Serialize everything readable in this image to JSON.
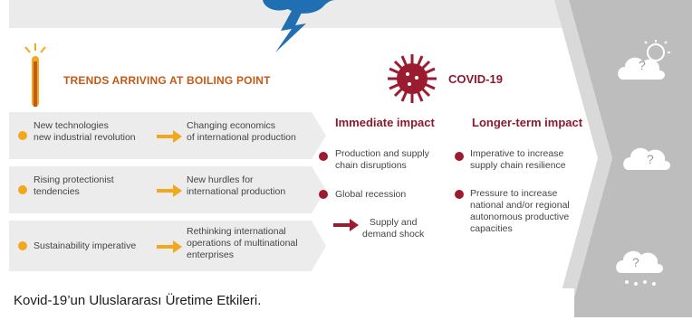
{
  "diagram": {
    "trends_title": "TRENDS ARRIVING AT BOILING POINT",
    "covid_title": "COVID-19",
    "trends": [
      {
        "left": "New technologies\nnew industrial revolution",
        "right": "Changing economics\nof international production"
      },
      {
        "left": "Rising protectionist\ntendencies",
        "right": "New hurdles for\ninternational production"
      },
      {
        "left": "Sustainability imperative",
        "right": "Rethinking international\noperations of multinational\nenterprises"
      }
    ],
    "immediate": {
      "title": "Immediate impact",
      "items": [
        "Production and supply\nchain disruptions",
        "Global recession"
      ],
      "arrow_text": "Supply and\ndemand shock"
    },
    "longer": {
      "title": "Longer-term impact",
      "items": [
        "Imperative to increase\nsupply chain resilience",
        "Pressure to increase\nnational and/or regional\nautonomous productive\ncapacities"
      ]
    },
    "question_marks": [
      "?",
      "?",
      "?"
    ],
    "colors": {
      "accent_orange": "#f2a81d",
      "title_orange": "#c45a17",
      "covid_red": "#9b1b30",
      "storm_blue": "#1f6fb2",
      "grey_panel": "#b9b9b9"
    }
  },
  "caption": "Kovid-19’un Uluslararası Üretime Etkileri."
}
